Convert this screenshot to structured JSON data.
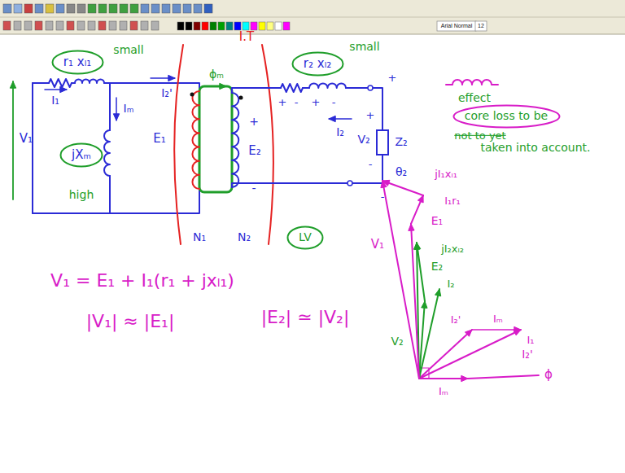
{
  "diagram": {
    "nodes": [
      {
        "text": [
          "r₁ xₗ₁"
        ]
      },
      {
        "text": [
          "r₂ xₗ₂"
        ]
      },
      {
        "text": [
          "core loss to be"
        ]
      },
      {
        "text": [
          "jXₘ"
        ]
      },
      {
        "text": [
          "LV"
        ]
      }
    ],
    "labels": [
      "Arial Normal",
      "12",
      "small",
      "I.T",
      "small",
      "ϕₘ",
      "I₂'",
      "I₁",
      "V₁",
      "Iₘ",
      "E₁",
      "+",
      "E₂",
      "-",
      "high",
      "N₁",
      "N₂",
      "+",
      "-",
      "+",
      "-",
      "I₂",
      "+",
      "V₂",
      "-",
      "Z₂",
      "θ₂",
      "+",
      "-",
      "effect",
      "not to yet",
      "taken into account.",
      "V₁ = E₁ + I₁(r₁ + jxₗ₁)",
      "|V₁| ≈ |E₁|",
      "|E₂| ≃ |V₂|",
      "V₁",
      "jI₁xₗ₁",
      "I₁r₁",
      "E₁",
      "E₂",
      "jI₂xₗ₂",
      "I₂",
      "V₂",
      "I₂'",
      "I₂'",
      "Iₘ",
      "I₁",
      "Iₘ",
      "ϕ"
    ]
  }
}
